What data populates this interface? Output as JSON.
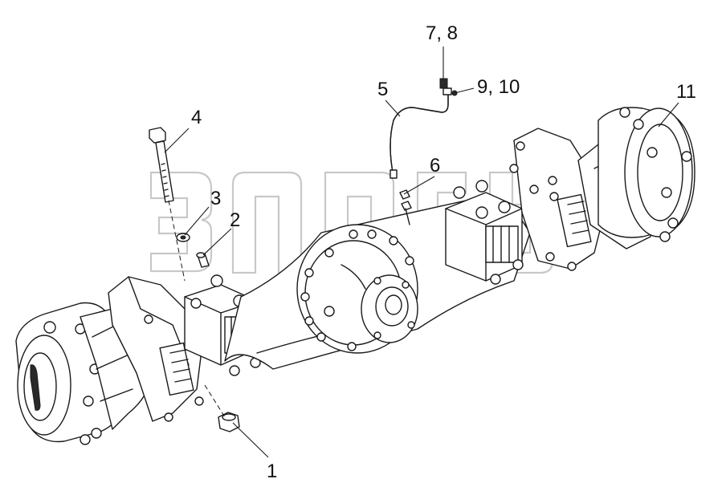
{
  "callouts": {
    "c1": "1",
    "c2": "2",
    "c3": "3",
    "c4": "4",
    "c5": "5",
    "c6": "6",
    "c78": "7, 8",
    "c910": "9, 10",
    "c11": "11"
  },
  "colors": {
    "line": "#1a1a1a",
    "background": "#ffffff",
    "watermark": "#c8c8c8"
  }
}
